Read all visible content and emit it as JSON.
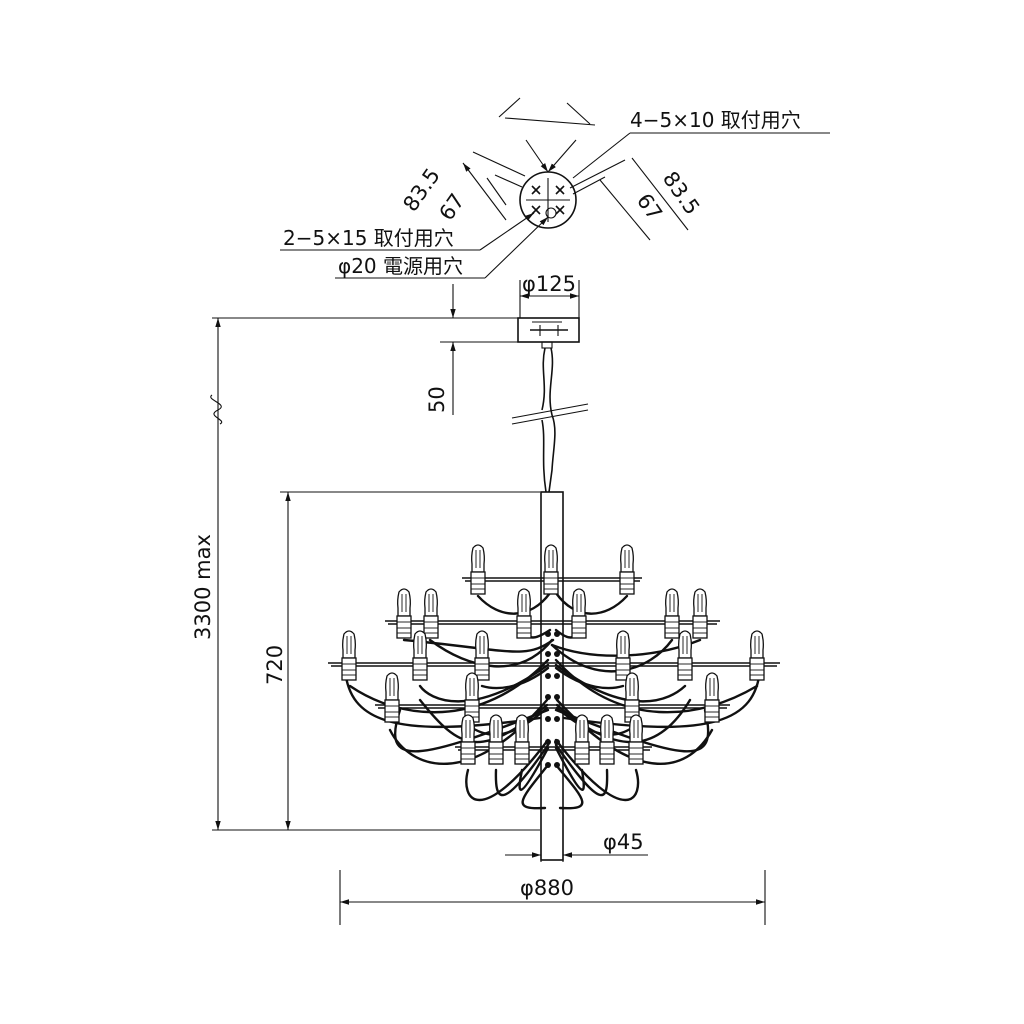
{
  "labels": {
    "hole_4": "4−5×10 取付用穴",
    "hole_2": "2−5×15 取付用穴",
    "hole_power": "φ20 電源用穴",
    "dim_83_5_left": "83.5",
    "dim_67_left": "67",
    "dim_83_5_right": "83.5",
    "dim_67_right": "67",
    "dim_phi125": "φ125",
    "dim_50": "50",
    "dim_3300": "3300 max",
    "dim_720": "720",
    "dim_phi45": "φ45",
    "dim_phi880": "φ880"
  },
  "colors": {
    "line": "#111111",
    "background": "#ffffff"
  }
}
